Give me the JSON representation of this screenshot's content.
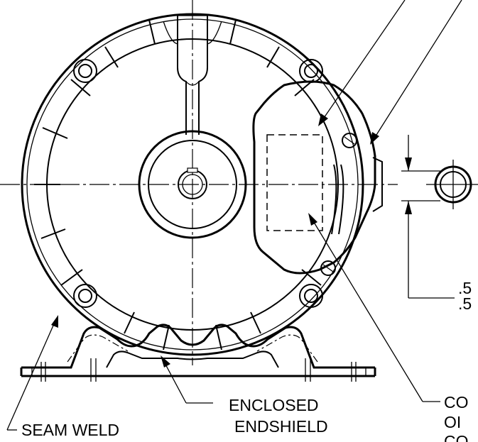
{
  "labels": {
    "seam_weld": "SEAM WELD",
    "enclosed_line1": "ENCLOSED",
    "enclosed_line2": "ENDSHIELD",
    "co_1": "CO",
    "co_2": "OI",
    "co_3": "CO",
    "dim_1": ".5",
    "dim_2": ".5"
  },
  "colors": {
    "line": "#000000",
    "background": "#ffffff"
  }
}
